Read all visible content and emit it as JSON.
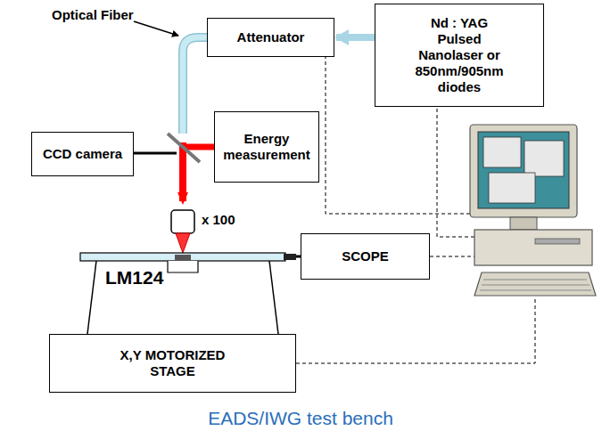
{
  "diagram": {
    "caption": "EADS/IWG test bench",
    "nodes": [
      {
        "text": [
          "Attenuator"
        ]
      },
      {
        "text": [
          "Nd : YAG Pulsed Nanolaser or 850nm/905nm diodes"
        ]
      },
      {
        "text": [
          "CCD camera"
        ]
      },
      {
        "text": [
          "Energy measurement"
        ]
      },
      {
        "text": [
          "SCOPE"
        ]
      },
      {
        "text": [
          "X,Y MOTORIZED STAGE"
        ]
      }
    ],
    "edges": [
      {
        "from": 1,
        "to": 0,
        "arrow": "to"
      }
    ],
    "labels": [
      "Optical Fiber",
      "x 100",
      "LM124"
    ]
  }
}
